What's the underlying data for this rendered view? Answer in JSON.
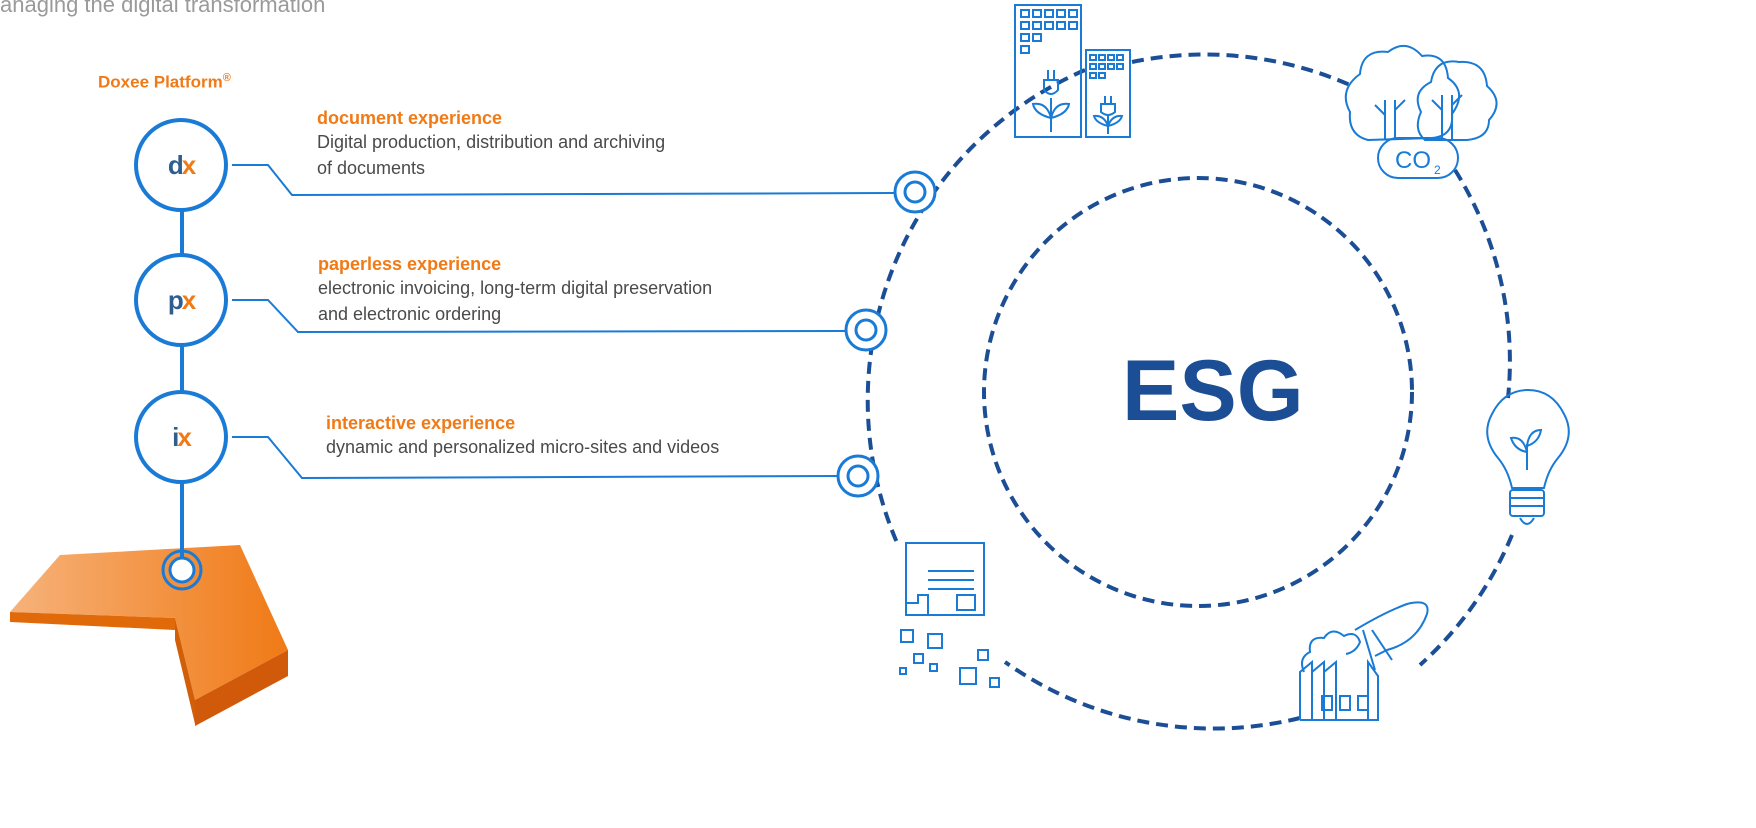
{
  "header": {
    "title": "anaging the digital transformation"
  },
  "platform": {
    "name": "Doxee Platform",
    "mark": "®"
  },
  "products": [
    {
      "logo_letter": "d",
      "title": "document experience",
      "desc_line1": "Digital production, distribution and archiving",
      "desc_line2": "of documents"
    },
    {
      "logo_letter": "p",
      "title": "paperless experience",
      "desc_line1": "electronic invoicing, long-term digital preservation",
      "desc_line2": "and electronic ordering"
    },
    {
      "logo_letter": "i",
      "title": "interactive experience",
      "desc_line1": "dynamic and personalized micro-sites and videos",
      "desc_line2": ""
    }
  ],
  "logo_suffix": "x",
  "esg": {
    "label": "ESG",
    "co2_label": "CO",
    "co2_sub": "2"
  },
  "colors": {
    "orange": "#f07a16",
    "blue": "#1a7bd6",
    "navy": "#1b4e94",
    "gray_text": "#4a4a4a"
  }
}
